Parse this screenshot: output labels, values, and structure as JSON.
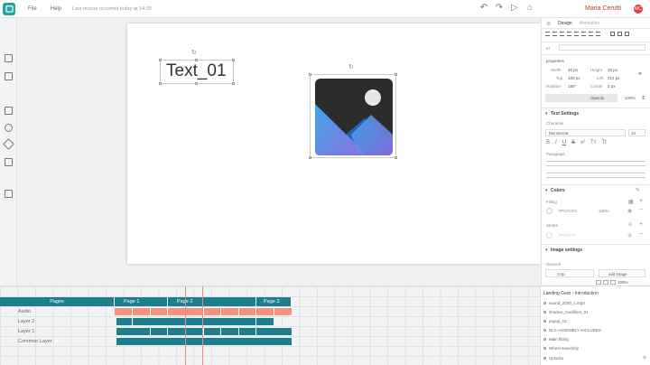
{
  "menu": {
    "file": "File",
    "help": "Help"
  },
  "last_rescue": "Last rescue occurred today at 14:30",
  "user": {
    "name": "Maria Cerutti",
    "initials": "MC"
  },
  "canvas": {
    "text_element": "Text_01"
  },
  "panel": {
    "tabs": {
      "design": "Design",
      "animation": "Animation"
    },
    "id_label": "Id",
    "properties_title": "properties",
    "width_label": "Width",
    "width_val": "40 px",
    "height_label": "Height",
    "height_val": "15 px",
    "top_label": "Top",
    "top_val": "100 px",
    "left_label": "Left",
    "left_val": "214 px",
    "rotation_label": "Rotation",
    "rotation_val": "180°",
    "corner_label": "Corner",
    "corner_val": "2 px",
    "opacity_label": "Opacity",
    "opacity_val": "100%",
    "text_settings_title": "Text Settings",
    "character_label": "Character",
    "font_value": "Montserrat",
    "font_size": "10",
    "paragraph_label": "Paragraph",
    "colors_title": "Colors",
    "filling_label": "Filling",
    "filling_hex": "#FCFCFC",
    "filling_pct": "100%",
    "stroke_label": "Stroke",
    "stroke_hex": "#FFFFFF",
    "image_settings_title": "Image settings",
    "general_label": "General",
    "crop_label": "crop",
    "edit_image_label": "edit image",
    "zoom_val": "100%"
  },
  "timeline": {
    "pages_header": "Pages",
    "page1": "Page 1",
    "page2": "Page 2",
    "page3": "Page 3",
    "rows": [
      "Audio",
      "Layer 2",
      "Layer 1",
      "Common Layer"
    ]
  },
  "layers": {
    "title": "Landing Gear - Introduction",
    "items": [
      "sound_2000_1.mp3",
      "shadow_modifiers_01",
      "popup_01",
      "NLC ASSEMBLY INCLUDES",
      "Main fitting",
      "Wheel assembly",
      "Uplocks"
    ]
  },
  "colors": {
    "teal": "#1b7f8e",
    "audio": "#f3927d",
    "brand": "#1fa4a4",
    "user": "#c0392b"
  }
}
